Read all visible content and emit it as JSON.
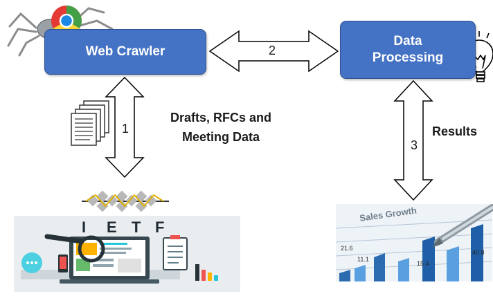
{
  "nodes": {
    "crawler": "Web Crawler",
    "processing_line1": "Data",
    "processing_line2": "Processing"
  },
  "edges": {
    "e1_num": "1",
    "e2_num": "2",
    "e3_num": "3",
    "e1_label_line1": "Drafts, RFCs and",
    "e1_label_line2": "Meeting Data",
    "e3_label": "Results"
  },
  "images": {
    "ietf_logo_letters": "I E T F",
    "chart_title": "Sales Growth",
    "chart_values": [
      "21.6",
      "11.1",
      "15.4",
      "40.8"
    ]
  },
  "colors": {
    "box_fill": "#4472c4",
    "arrow_outline": "#000000"
  }
}
